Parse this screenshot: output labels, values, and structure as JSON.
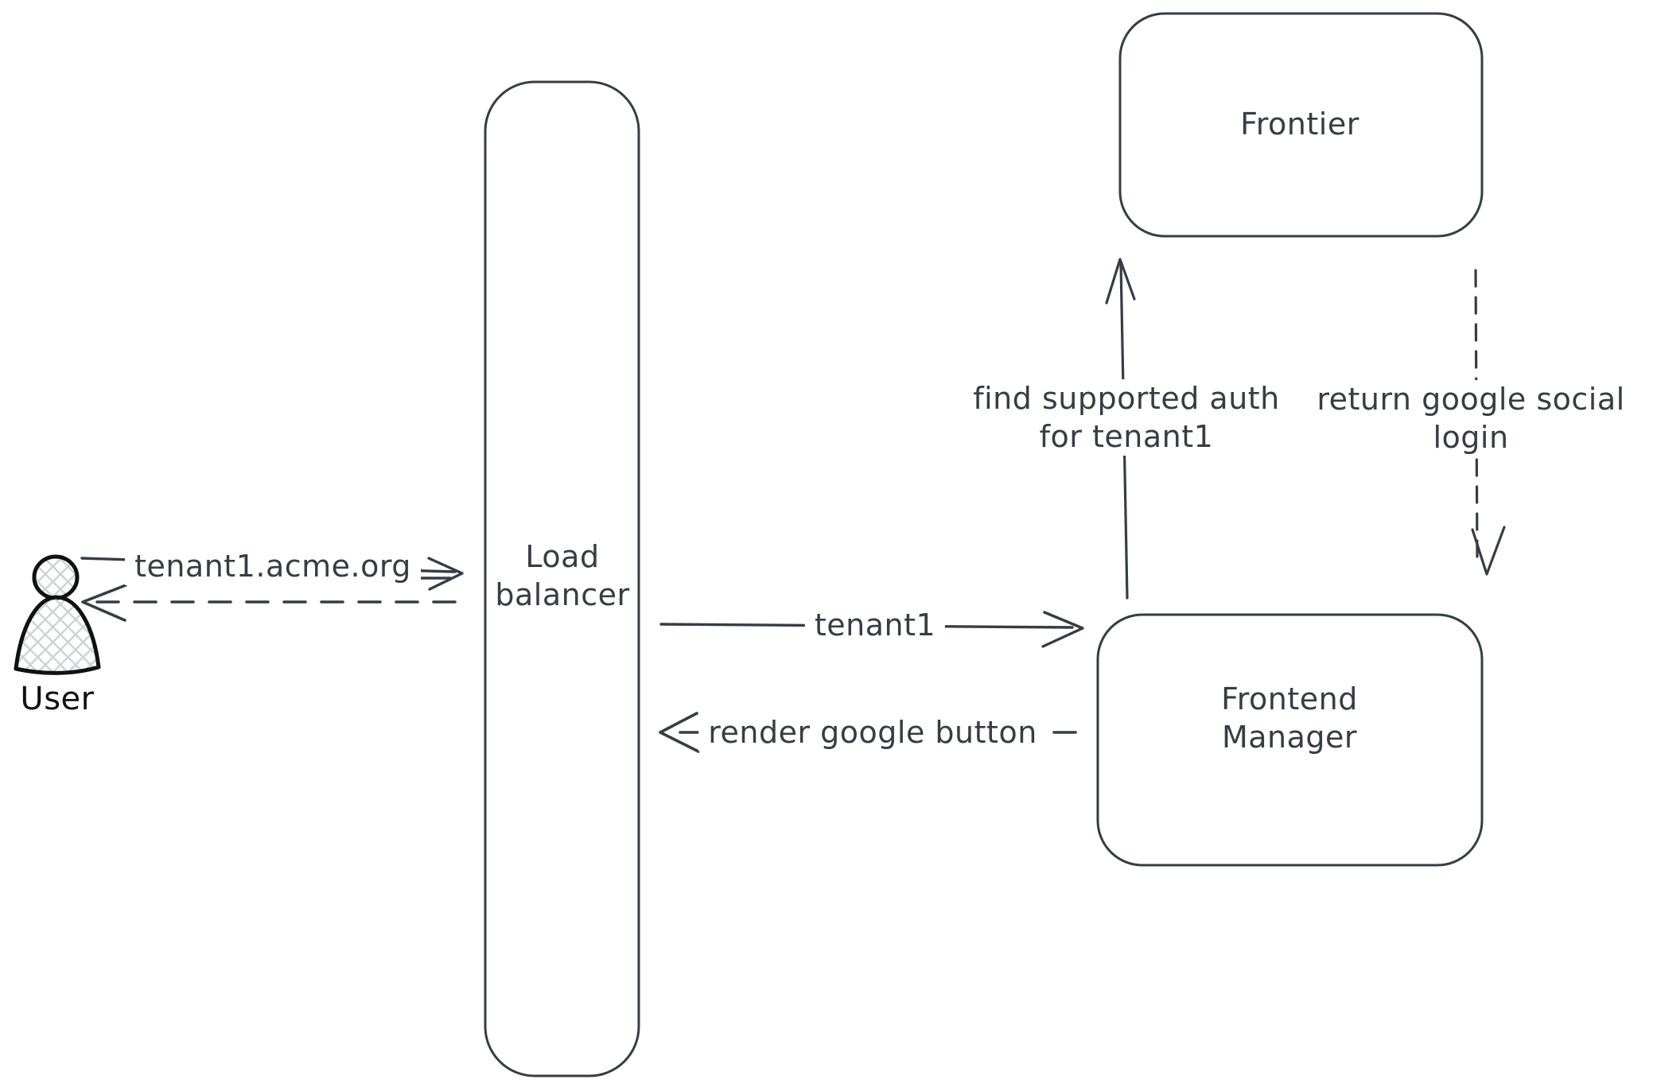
{
  "diagram": {
    "colors": {
      "background": "#ffffff",
      "stroke": "#363d44",
      "user_stroke": "#111111",
      "hatch_fill": "#ccd3da"
    },
    "actors": {
      "user": {
        "label": "User",
        "type": "person"
      },
      "load_balancer": {
        "label": "Load balancer",
        "lines": [
          "Load",
          "balancer"
        ]
      },
      "frontier": {
        "label": "Frontier"
      },
      "frontend_manager": {
        "label": "Frontend Manager",
        "lines": [
          "Frontend",
          "Manager"
        ]
      }
    },
    "arrows": {
      "request": {
        "label": "tenant1.acme.org",
        "from": "User",
        "to": "Load balancer",
        "style": "solid",
        "direction": "right"
      },
      "response": {
        "label": "",
        "from": "Load balancer",
        "to": "User",
        "style": "dashed",
        "direction": "left"
      },
      "forward": {
        "label": "tenant1",
        "from": "Load balancer",
        "to": "Frontend Manager",
        "style": "solid",
        "direction": "right"
      },
      "render": {
        "label": "render google button",
        "from": "Frontend Manager",
        "to": "Load balancer",
        "style": "dashed",
        "direction": "left"
      },
      "find_auth": {
        "label": "find supported auth for tenant1",
        "lines": [
          "find supported auth",
          "for tenant1"
        ],
        "from": "Frontend Manager",
        "to": "Frontier",
        "style": "solid",
        "direction": "up"
      },
      "return_login": {
        "label": "return google social login",
        "lines": [
          "return google social",
          "login"
        ],
        "from": "Frontier",
        "to": "Frontend Manager",
        "style": "dashed",
        "direction": "down"
      }
    }
  }
}
